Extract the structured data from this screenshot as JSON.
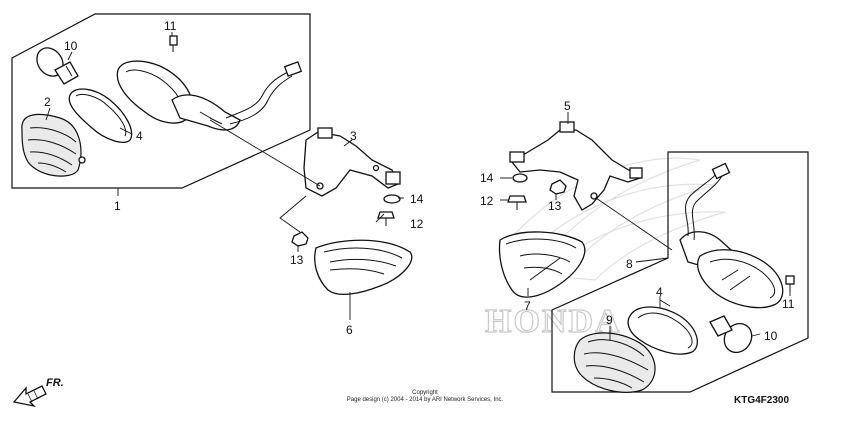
{
  "callouts": {
    "c1": "1",
    "c2": "2",
    "c3": "3",
    "c4l": "4",
    "c4r": "4",
    "c5": "5",
    "c6": "6",
    "c7": "7",
    "c8": "8",
    "c9": "9",
    "c10l": "10",
    "c10r": "10",
    "c11l": "11",
    "c11r": "11",
    "c12l": "12",
    "c12r": "12",
    "c13l": "13",
    "c13r": "13",
    "c14l": "14",
    "c14r": "14"
  },
  "direction_marker": {
    "label": "FR.",
    "icon": "front-direction-arrow-icon"
  },
  "copyright": {
    "line1": "Copyright",
    "line2": "Page design (c) 2004 - 2014 by ARI Network Services, Inc."
  },
  "diagram_code": "KTG4F2300",
  "watermark": {
    "text": "HONDA",
    "icon": "honda-wing-logo-icon"
  },
  "colors": {
    "ink": "#111111",
    "watermark": "#c9c9c9",
    "background": "#ffffff"
  }
}
